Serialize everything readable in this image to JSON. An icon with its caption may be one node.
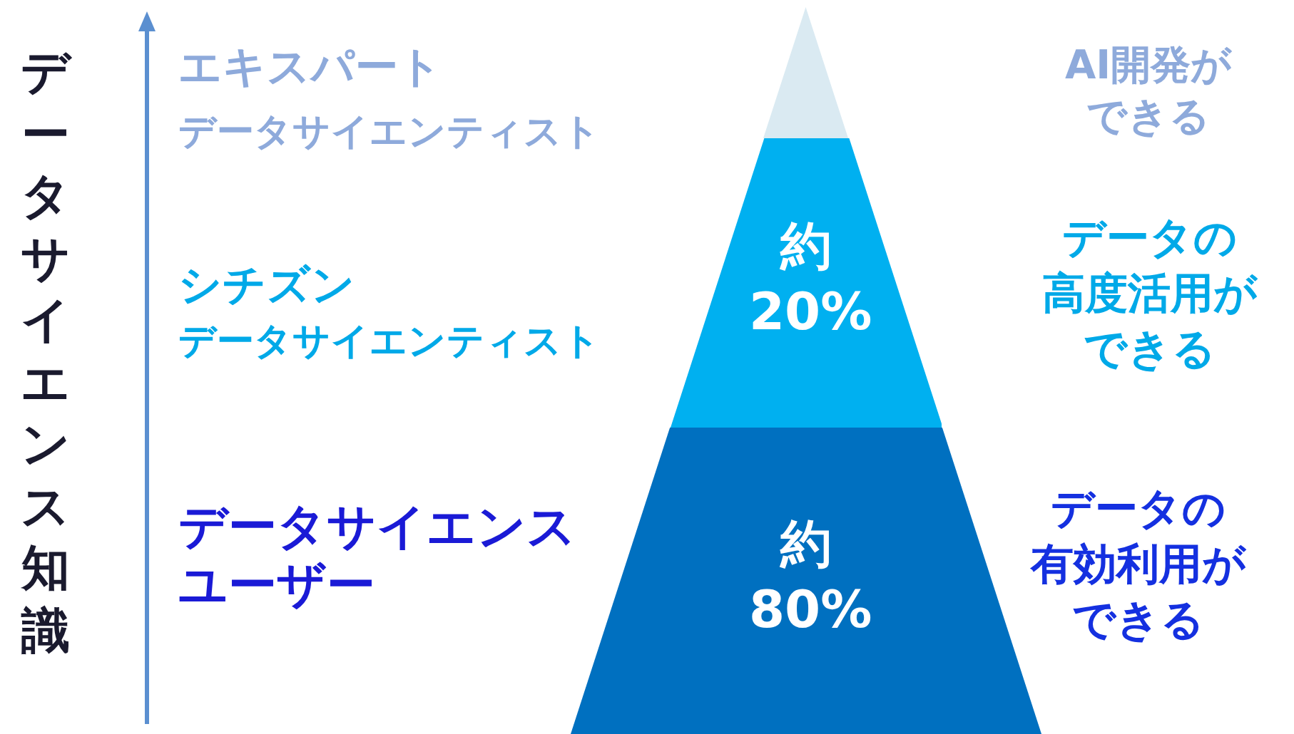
{
  "diagram": {
    "nodes": [
      {
        "text": [],
        "shape": "triangle"
      },
      {
        "text": [
          "約20%"
        ]
      },
      {
        "text": [
          "約80%"
        ]
      }
    ],
    "labels": [
      "データサイエンス知識",
      "エキスパート",
      "データサイエンティスト",
      "AI開発ができる",
      "シチズン",
      "データサイエンティスト",
      "データの高度活用ができる",
      "データサイエンスユーザー",
      "データの有効利用ができる"
    ]
  }
}
